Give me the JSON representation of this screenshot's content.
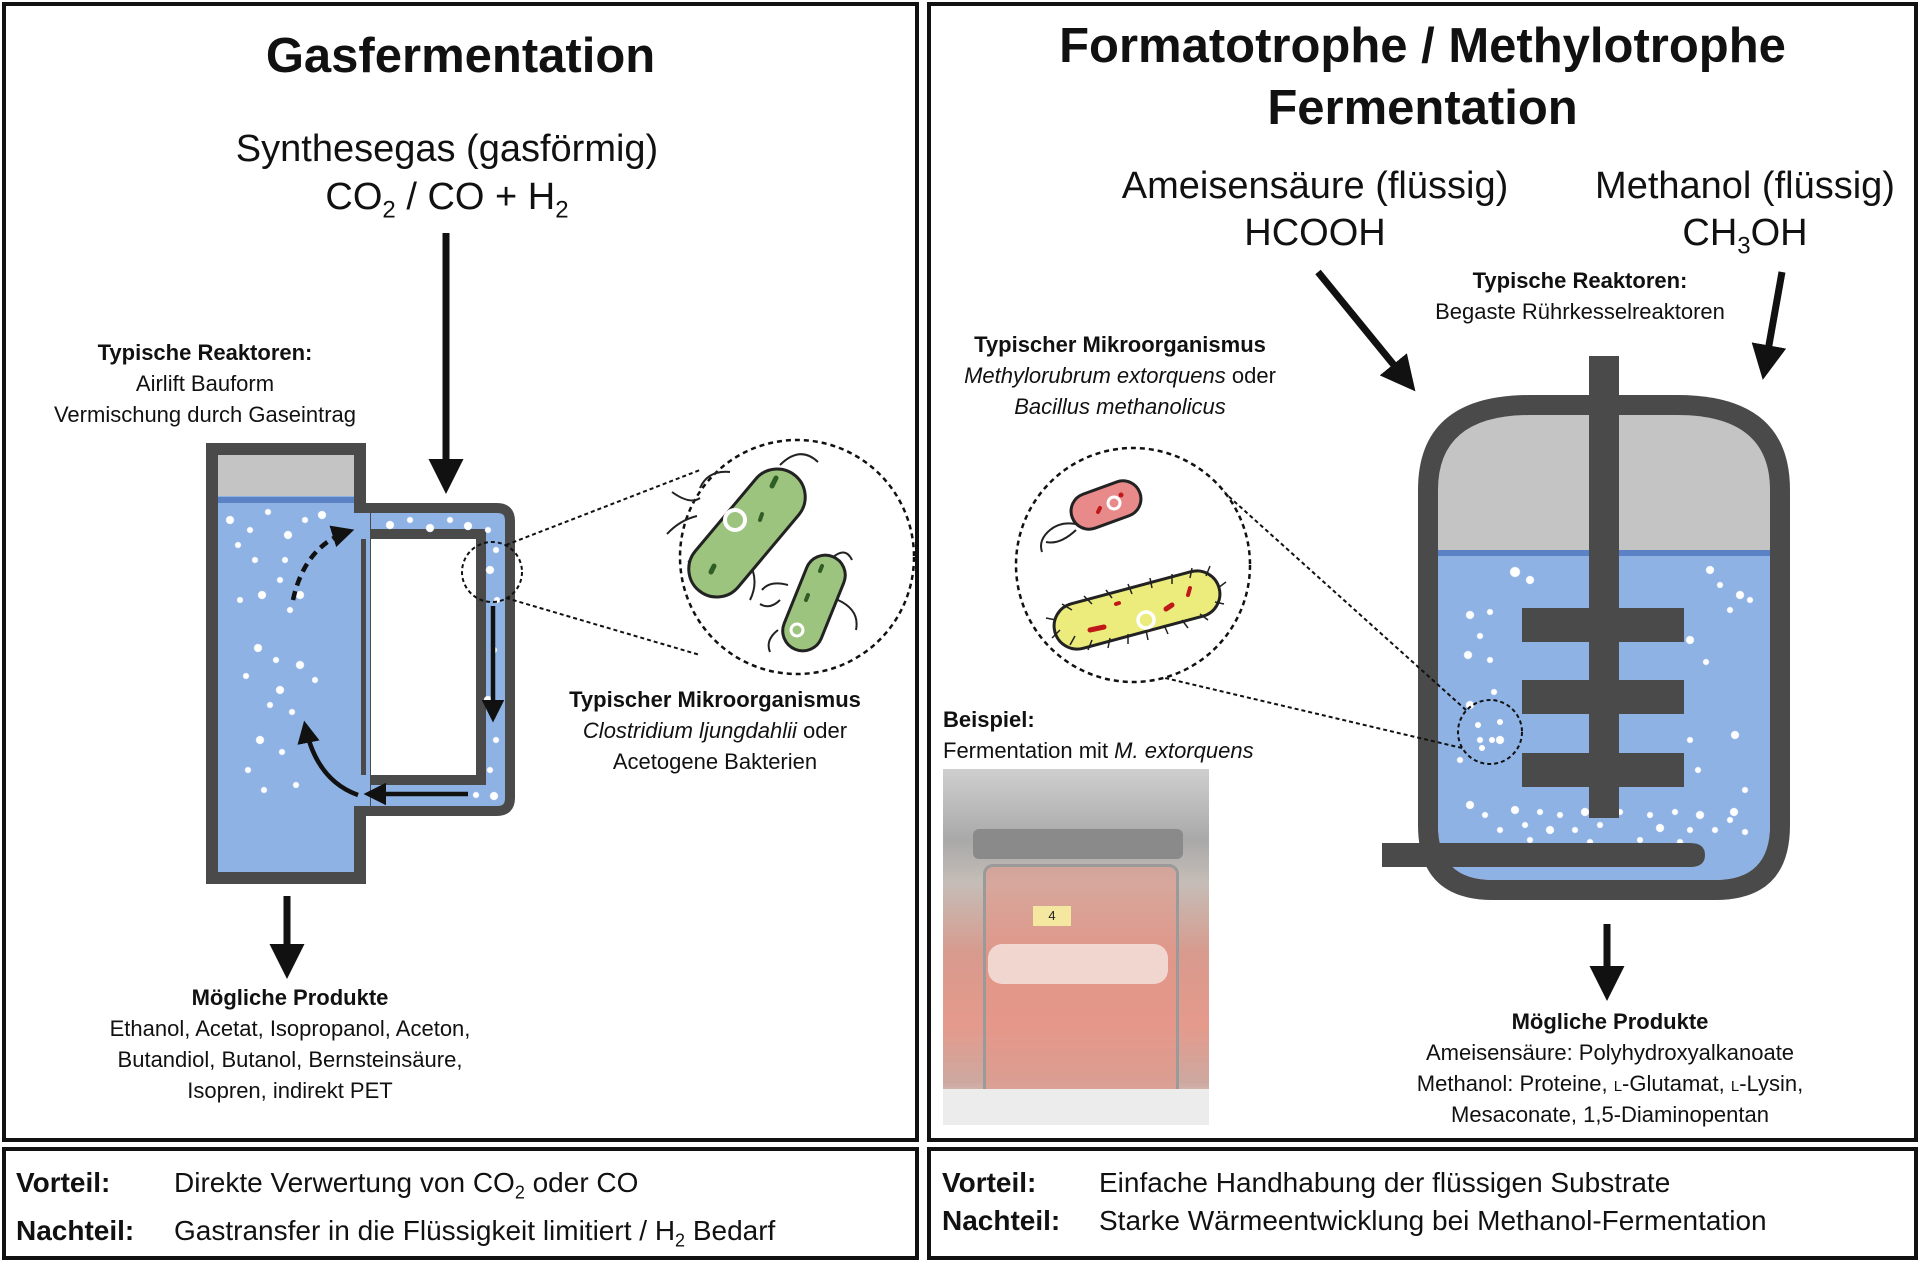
{
  "left": {
    "title": "Gasfermentation",
    "substrate_line1": "Synthesegas (gasförmig)",
    "substrate_line2": {
      "co": "CO",
      "sub2": "2",
      "mid": " / CO + H",
      "sub2b": "2"
    },
    "reactor_heading": "Typische Reaktoren:",
    "reactor_line1": "Airlift Bauform",
    "reactor_line2": "Vermischung durch Gaseintrag",
    "micro_heading": "Typischer Mikroorganismus",
    "micro_italic": "Clostridium ljungdahlii",
    "micro_rest": " oder",
    "micro_line2": "Acetogene Bakterien",
    "products_heading": "Mögliche Produkte",
    "products_line1": "Ethanol, Acetat, Isopropanol, Aceton,",
    "products_line2": "Butandiol, Butanol, Bernsteinsäure,",
    "products_line3": "Isopren, indirekt PET",
    "advantage_label": "Vorteil:",
    "advantage": {
      "a": "Direkte Verwertung von CO",
      "sub": "2",
      "b": " oder CO"
    },
    "disadvantage_label": "Nachteil:",
    "disadvantage": {
      "a": "Gastransfer in die Flüssigkeit limitiert / H",
      "sub": "2",
      "b": " Bedarf"
    }
  },
  "right": {
    "title_line1": "Formatotrophe / Methylotrophe",
    "title_line2": "Fermentation",
    "substrate1_line1": "Ameisensäure (flüssig)",
    "substrate1_line2": "HCOOH",
    "substrate2_line1": "Methanol (flüssig)",
    "substrate2_line2": {
      "a": "CH",
      "sub": "3",
      "b": "OH"
    },
    "reactor_heading": "Typische Reaktoren:",
    "reactor_line1": "Begaste Rührkesselreaktoren",
    "micro_heading": "Typischer Mikroorganismus",
    "micro_line1_italic": "Methylorubrum extorquens",
    "micro_line1_rest": " oder",
    "micro_line2_italic": "Bacillus methanolicus",
    "example_heading": "Beispiel:",
    "example_text": "Fermentation mit ",
    "example_italic": "M. extorquens",
    "photo_label": "4",
    "products_heading": "Mögliche Produkte",
    "products_line1": "Ameisensäure: Polyhydroxyalkanoate",
    "products_line2": {
      "a": "Methanol: Proteine, ",
      "l1": "l",
      "b": "-Glutamat, ",
      "l2": "l",
      "c": "-Lysin,"
    },
    "products_line3": "Mesaconate, 1,5-Diaminopentan",
    "advantage_label": "Vorteil:",
    "advantage": "Einfache Handhabung der flüssigen Substrate",
    "disadvantage_label": "Nachteil:",
    "disadvantage": "Starke Wärmeentwicklung bei Methanol-Fermentation"
  },
  "colors": {
    "liquid": "#8fb2e4",
    "liquid_line": "#5b82c4",
    "headspace": "#c4c4c4",
    "reactor_wall": "#4a4a4a",
    "bacteria_green": "#9cc47e",
    "bacteria_red": "#e88a8a",
    "bacteria_yellow": "#ecec7c"
  }
}
